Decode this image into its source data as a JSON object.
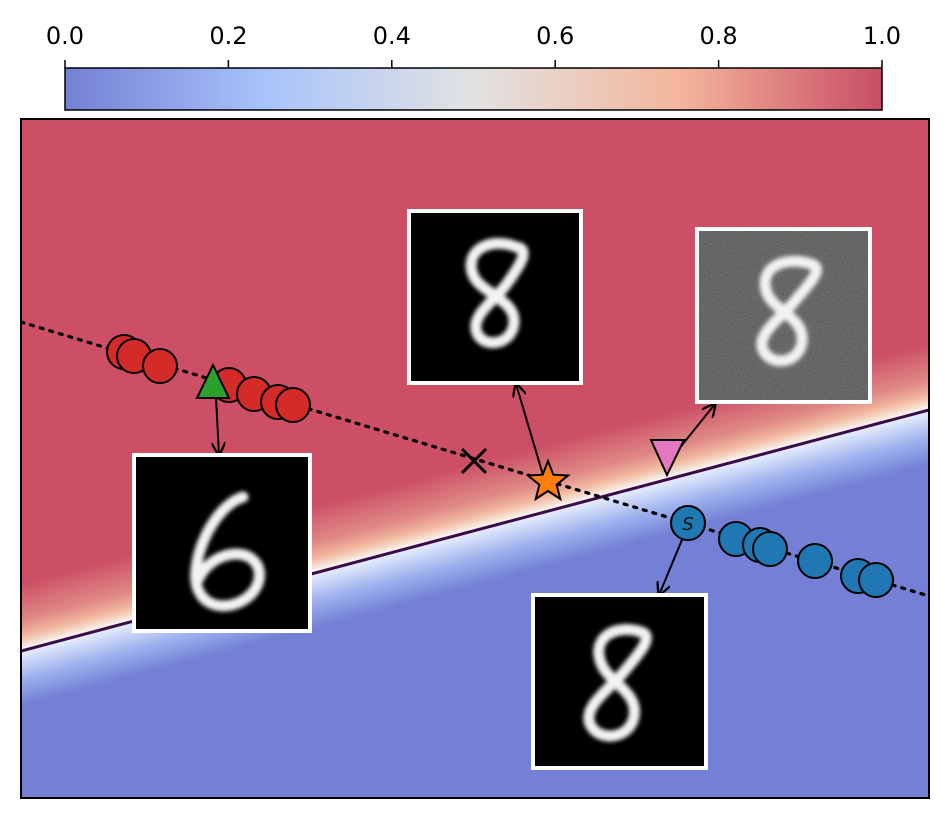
{
  "colorbar": {
    "ticks": [
      "0.0",
      "0.2",
      "0.4",
      "0.6",
      "0.8",
      "1.0"
    ],
    "colors": [
      "#7480d4",
      "#a9c4fb",
      "#e2e2e2",
      "#f5b69c",
      "#c84e66"
    ]
  },
  "regions": {
    "upper_color": "#cc4f66",
    "lower_color": "#7380d5",
    "boundary_color": "#3b0a4a"
  },
  "markers": {
    "red_cluster_color": "#d42b28",
    "blue_cluster_color": "#1f78b4",
    "triangle_up_color": "#2ca02c",
    "triangle_down_color": "#e377c2",
    "star_color": "#ff7f0e",
    "source_label": "S"
  },
  "digit_thumbnails": [
    {
      "name": "digit-six",
      "digit": "6",
      "noisy": false
    },
    {
      "name": "digit-eight-smooth",
      "digit": "8",
      "noisy": false
    },
    {
      "name": "digit-eight-noisy",
      "digit": "8",
      "noisy": true
    },
    {
      "name": "digit-eight-source",
      "digit": "8",
      "noisy": false
    }
  ]
}
